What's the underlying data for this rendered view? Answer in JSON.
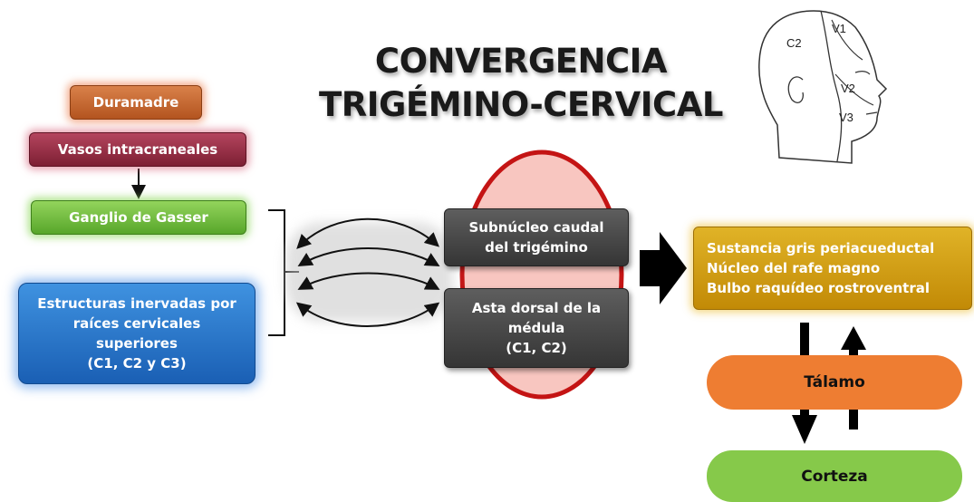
{
  "title": {
    "line1": "CONVERGENCIA",
    "line2": "TRIGÉMINO-CERVICAL"
  },
  "boxes": {
    "duramadre": "Duramadre",
    "vasos": "Vasos intracraneales",
    "ganglio": "Ganglio de Gasser",
    "estructuras": [
      "Estructuras inervadas por",
      "raíces cervicales",
      "superiores",
      "(C1, C2 y C3)"
    ],
    "subnucleo": [
      "Subnúcleo caudal",
      "del trigémino"
    ],
    "asta": [
      "Asta dorsal de la",
      "médula",
      "(C1, C2)"
    ],
    "sustancia": [
      "Sustancia gris periacueductal",
      "Núcleo del rafe magno",
      "Bulbo raquídeo rostroventral"
    ],
    "talamo": "Tálamo",
    "corteza": "Corteza"
  },
  "head_figure": {
    "labels": [
      "C2",
      "V1",
      "V2",
      "V3"
    ]
  },
  "colors": {
    "duramadre": "#c6662f",
    "vasos": "#9b2c44",
    "ganglio": "#74bd40",
    "estructuras": "#2c7bd0",
    "nuclei": "#474747",
    "sustancia": "#d4a116",
    "talamo": "#ee7d32",
    "corteza": "#86c94a",
    "oval_fill": "#f8c6c0",
    "oval_stroke": "#c41414"
  }
}
